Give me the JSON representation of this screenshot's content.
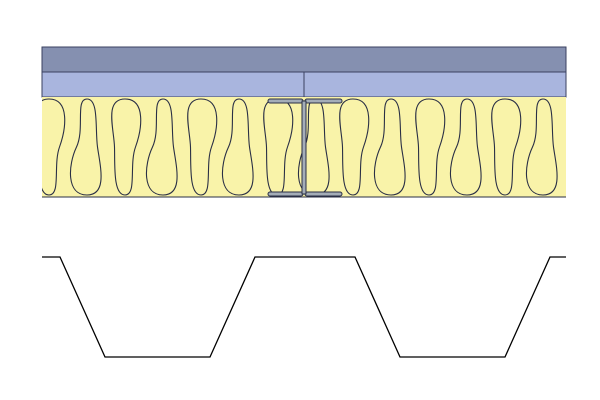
{
  "diagram": {
    "type": "roof-section-detail",
    "layers": [
      {
        "name": "top-board",
        "color": "#8590b0"
      },
      {
        "name": "second-board",
        "color": "#a9b5de"
      },
      {
        "name": "insulation",
        "color": "#f9f3a9"
      },
      {
        "name": "steel-beam",
        "color": "#a4adb8"
      },
      {
        "name": "trapezoidal-deck",
        "color": "#000000"
      }
    ],
    "outline_color": "#2a2f45"
  }
}
